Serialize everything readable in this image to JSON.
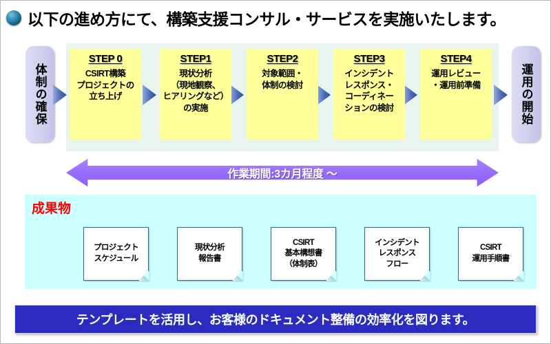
{
  "title": {
    "bullet_icon": "sphere-bullet-icon",
    "text": "以下の進め方にて、構築支援コンサル・サービスを実施いたします。"
  },
  "flow": {
    "start_cap": "体制の確保",
    "end_cap": "運用の開始",
    "steps": [
      {
        "label": "STEP 0",
        "body": "CSIRT構築\nプロジェクトの\n立ち上げ"
      },
      {
        "label": "STEP1",
        "body": "現状分析\n（現地観察、\nヒアリングなど）\nの実施"
      },
      {
        "label": "STEP2",
        "body": "対象範囲・\n体制の検討"
      },
      {
        "label": "STEP3",
        "body": "インシデント\nレスポンス・\nコーディネー\nションの検討"
      },
      {
        "label": "STEP4",
        "body": "運用レビュー\n・運用前準備"
      }
    ]
  },
  "duration": {
    "text": "作業期間:3カ月程度 ～"
  },
  "deliverables": {
    "title": "成果物",
    "documents": [
      {
        "text": "プロジェクト\nスケジュール"
      },
      {
        "text": "現状分析\n報告書"
      },
      {
        "text": "CSIRT\n基本構想書\n（体制表）"
      },
      {
        "text": "インシデント\nレスポンス\nフロー"
      },
      {
        "text": "CSIRT\n運用手順書"
      }
    ]
  },
  "banner": {
    "text": "テンプレートを活用し、お客様のドキュメント整備の効率化を図ります。"
  },
  "colors": {
    "step_box": "#FFFF99",
    "steps_panel": "#EAF4EF",
    "cap": "#D2D2F0",
    "connector": "#3F62B0",
    "duration_arrow": "#9A6FFB",
    "deliverables_panel": "#CCFFFF",
    "deliverables_title": "#FF0000",
    "doc_border": "#2B6B8C",
    "banner": "#2B2BBF"
  }
}
